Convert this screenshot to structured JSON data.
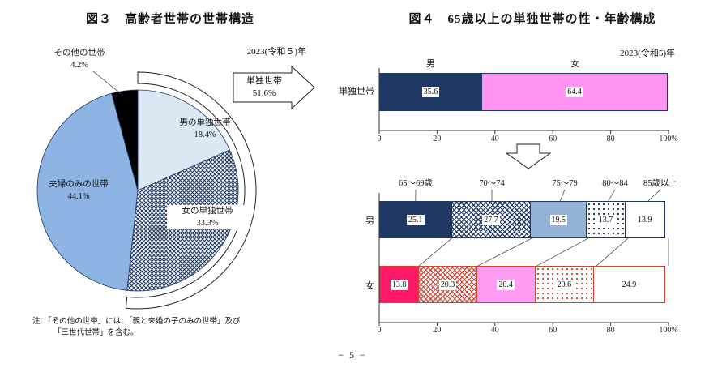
{
  "page": {
    "footer": "− 5 −"
  },
  "fig3": {
    "title": "図３　高齢者世帯の世帯構造",
    "year": "2023(令和５)年",
    "callout": {
      "label": "単独世帯",
      "value": "51.6%"
    },
    "labels": {
      "sonota": {
        "name": "その他の世帯",
        "value": "4.2%"
      },
      "otoko": {
        "name": "男の単独世帯",
        "value": "18.4%"
      },
      "onna": {
        "name": "女の単独世帯",
        "value": "33.3%"
      },
      "fufu": {
        "name": "夫婦のみの世帯",
        "value": "44.1%"
      }
    },
    "note1": "注：「その他の世帯」には、「親と未婚の子のみの世帯」及び",
    "note2": "「三世代世帯」を含む。"
  },
  "fig4": {
    "title": "図４　65歳以上の単独世帯の性・年齢構成",
    "year": "2023(令和5)年"
  },
  "chart_data": [
    {
      "id": "fig3-pie",
      "type": "pie",
      "title": "図３ 高齢者世帯の世帯構造",
      "year": "2023(令和５)年",
      "start_angle_deg": 0,
      "direction": "clockwise",
      "slices": [
        {
          "label": "男の単独世帯",
          "value": 18.4,
          "fill": "#dce9f5"
        },
        {
          "label": "女の単独世帯",
          "value": 33.3,
          "fill": "pattern:navy-check"
        },
        {
          "label": "夫婦のみの世帯",
          "value": 44.1,
          "fill": "#8db4e2"
        },
        {
          "label": "その他の世帯",
          "value": 4.2,
          "fill": "#000000"
        }
      ],
      "outer_ring": {
        "label": "単独世帯",
        "value": 51.6
      },
      "note": "注：「その他の世帯」には、「親と未婚の子のみの世帯」及び「三世代世帯」を含む。"
    },
    {
      "id": "fig4-sex-composition",
      "type": "bar",
      "subtype": "horizontal-stacked",
      "row_label": "単独世帯",
      "categories": [
        "男",
        "女"
      ],
      "values": [
        35.6,
        64.4
      ],
      "styles": [
        "solid-navy",
        "solid-magenta"
      ],
      "colors": [
        "#1f3864",
        "#ff94f2"
      ],
      "xlim": [
        0,
        100
      ],
      "xticks": [
        "0",
        "20",
        "40",
        "60",
        "80",
        "100%"
      ]
    },
    {
      "id": "fig4-sex-age-composition",
      "type": "bar",
      "subtype": "horizontal-stacked",
      "age_groups": [
        "65～69歳",
        "70～74",
        "75～79",
        "80～84",
        "85歳以上"
      ],
      "series": [
        {
          "name": "男",
          "values": [
            25.1,
            27.7,
            19.5,
            13.7,
            13.9
          ],
          "styles": [
            "solid-navy",
            "check-navy",
            "solid-steel",
            "dot-navy",
            "plain-navy"
          ]
        },
        {
          "name": "女",
          "values": [
            13.8,
            20.3,
            20.4,
            20.6,
            24.9
          ],
          "styles": [
            "solid-deeppink",
            "check-red",
            "solid-lightpink",
            "dot-red",
            "plain-red"
          ]
        }
      ],
      "xlim": [
        0,
        100
      ],
      "xticks": [
        "0",
        "20",
        "40",
        "60",
        "80",
        "100%"
      ]
    }
  ]
}
